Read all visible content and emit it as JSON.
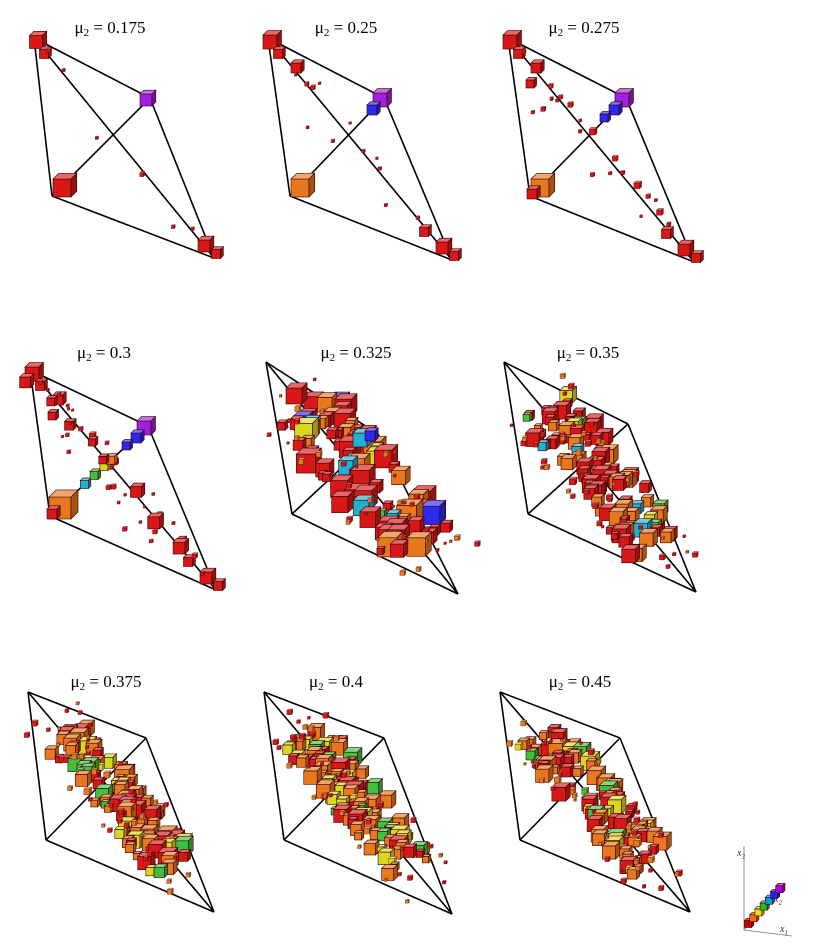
{
  "panels": [
    {
      "mu": "μ",
      "sub": "2",
      "rest": " = 0.175",
      "stage": 0
    },
    {
      "mu": "μ",
      "sub": "2",
      "rest": " = 0.25",
      "stage": 1
    },
    {
      "mu": "μ",
      "sub": "2",
      "rest": " = 0.275",
      "stage": 2
    },
    {
      "mu": "μ",
      "sub": "2",
      "rest": " = 0.3",
      "stage": 3
    },
    {
      "mu": "μ",
      "sub": "2",
      "rest": " = 0.325",
      "stage": 4
    },
    {
      "mu": "μ",
      "sub": "2",
      "rest": " = 0.35",
      "stage": 5
    },
    {
      "mu": "μ",
      "sub": "2",
      "rest": " = 0.375",
      "stage": 6
    },
    {
      "mu": "μ",
      "sub": "2",
      "rest": " = 0.4",
      "stage": 7
    },
    {
      "mu": "μ",
      "sub": "2",
      "rest": " = 0.45",
      "stage": 8
    }
  ],
  "axis_key": {
    "x1": "x",
    "x1_sub": "1",
    "x2": "x",
    "x2_sub": "2",
    "x3": "x",
    "x3_sub": "3",
    "colors": [
      "#d40000",
      "#ff6a00",
      "#f0e000",
      "#20c020",
      "#00a0e0",
      "#2020ff",
      "#b000e0"
    ]
  },
  "palette": {
    "red": "#d81818",
    "orange": "#e8781e",
    "yellow": "#d8d820",
    "green": "#40c040",
    "cyan": "#20b0d0",
    "blue": "#2a2af0",
    "violet": "#a020e0",
    "edge": "#000000"
  }
}
